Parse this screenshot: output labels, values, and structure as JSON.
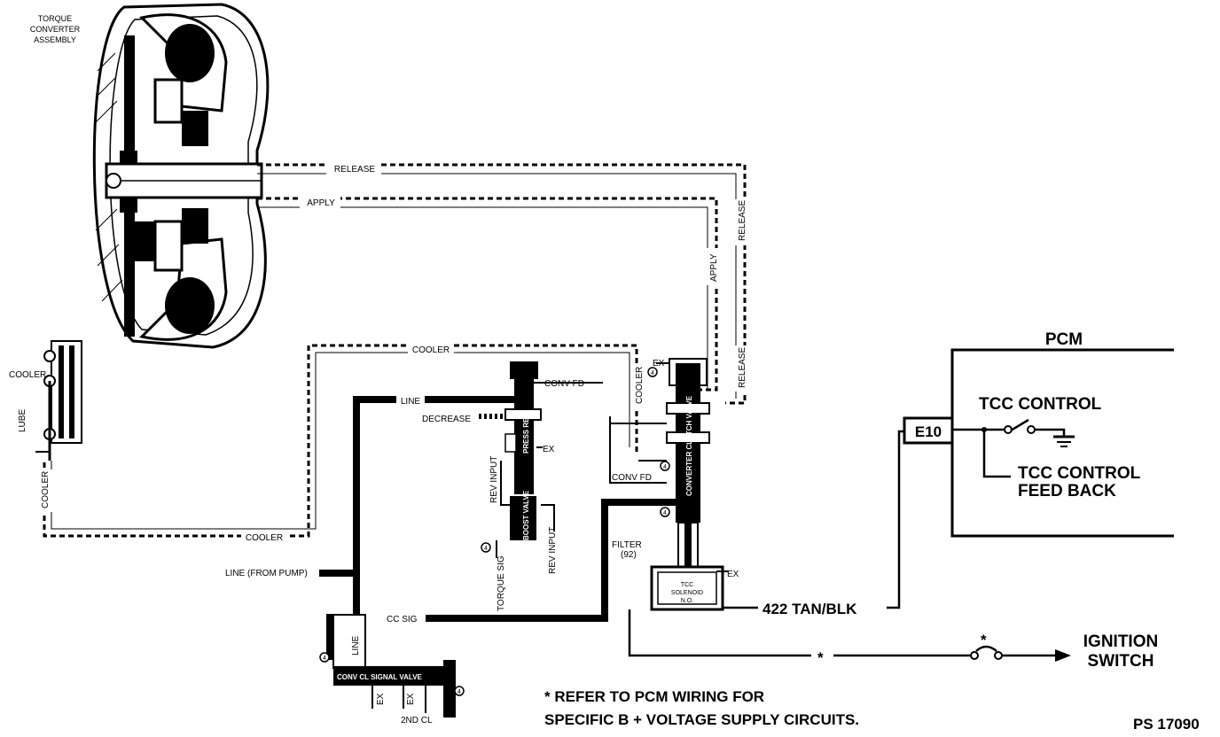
{
  "labels": {
    "torque_converter": [
      "TORQUE",
      "CONVERTER",
      "ASSEMBLY"
    ],
    "release_top": "RELEASE",
    "apply_top": "APPLY",
    "release_right": "RELEASE",
    "apply_right": "APPLY",
    "release_right_lower": "RELEASE",
    "cooler_top": "COOLER",
    "cooler_bottom": "COOLER",
    "cooler_left": "COOLER",
    "cooler_unit": "COOLER",
    "lube": "LUBE",
    "cooler_mid": "COOLER",
    "ex_top": "EX",
    "conv_fd_1": "CONV FD",
    "conv_fd_2": "CONV FD",
    "line": "LINE",
    "decrease": "DECREASE",
    "ex_mid": "EX",
    "rev_input_1": "REV INPUT",
    "rev_input_2": "REV INPUT",
    "torque_sig": "TORQUE SIG",
    "filter": "FILTER",
    "filter_num": "(92)",
    "line_from_pump": "LINE (FROM PUMP)",
    "cc_sig": "CC SIG",
    "line_vertical": "LINE",
    "conv_cl_signal_valve": "CONV CL SIGNAL VALVE",
    "ex_b1": "EX",
    "ex_b2": "EX",
    "second_cl": "2ND CL",
    "ex_solenoid": "EX",
    "tcc_solenoid": [
      "TCC",
      "SOLENOID",
      "N.O."
    ],
    "pressure_reg": "PRESS REG",
    "boost_valve": "BOOST VALVE",
    "converter_clutch_valve": "CONVERTER CLUTCH VALVE",
    "pcm": "PCM",
    "e10": "E10",
    "tcc_control": "TCC CONTROL",
    "tcc_control_feedback": [
      "TCC CONTROL",
      "FEED BACK"
    ],
    "wire_422": "422 TAN/BLK",
    "ignition_switch": [
      "IGNITION",
      "SWITCH"
    ],
    "star": "*",
    "note": [
      "*  REFER TO PCM WIRING  FOR",
      "SPECIFIC B +  VOLTAGE SUPPLY CIRCUITS."
    ],
    "ps_number": "PS 17090",
    "circled_marks": [
      "4",
      "4",
      "4",
      "4",
      "4",
      "4"
    ]
  }
}
